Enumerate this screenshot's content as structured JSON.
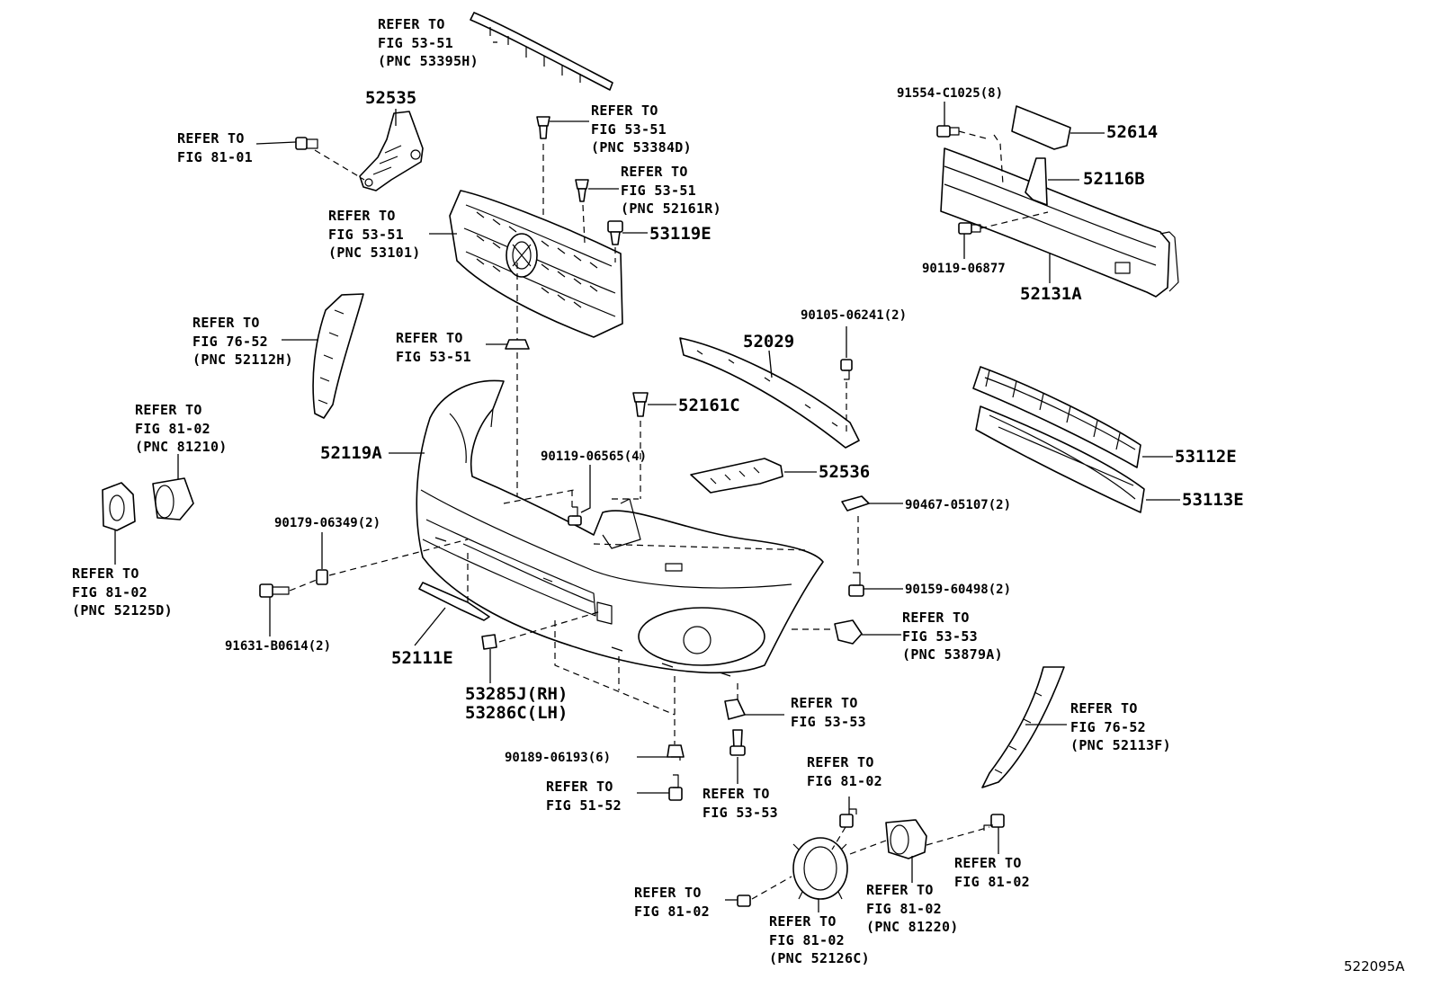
{
  "diagram_id": "522095A",
  "callouts": {
    "ref_53395h": "REFER TO\nFIG 53-51\n(PNC 53395H)",
    "ref_53384d": "REFER TO\nFIG 53-51\n(PNC 53384D)",
    "ref_52161r": "REFER TO\nFIG 53-51\n(PNC 52161R)",
    "ref_53101": "REFER TO\nFIG 53-51\n(PNC 53101)",
    "ref_81_01": "REFER TO\nFIG 81-01",
    "ref_52112h": "REFER TO\nFIG 76-52\n(PNC 52112H)",
    "ref_53_51_clip": "REFER TO\nFIG 53-51",
    "ref_81210": "REFER TO\nFIG 81-02\n(PNC 81210)",
    "ref_52125d": "REFER TO\nFIG 81-02\n(PNC 52125D)",
    "ref_53879a": "REFER TO\nFIG 53-53\n(PNC 53879A)",
    "ref_53_53_a": "REFER TO\nFIG 53-53",
    "ref_53_53_b": "REFER TO\nFIG 53-53",
    "ref_52113f": "REFER TO\nFIG 76-52\n(PNC 52113F)",
    "ref_51_52": "REFER TO\nFIG 51-52",
    "ref_81_02_a": "REFER TO\nFIG 81-02",
    "ref_81_02_b": "REFER TO\nFIG 81-02",
    "ref_81_02_c": "REFER TO\nFIG 81-02",
    "ref_52126c": "REFER TO\nFIG 81-02\n(PNC 52126C)",
    "ref_81220": "REFER TO\nFIG 81-02\n(PNC 81220)"
  },
  "parts": {
    "p52535": "52535",
    "p52614": "52614",
    "p52116b": "52116B",
    "p52131a": "52131A",
    "p53119e": "53119E",
    "p52029": "52029",
    "p52161c": "52161C",
    "p52536": "52536",
    "p52119a": "52119A",
    "p53112e": "53112E",
    "p53113e": "53113E",
    "p52111e": "52111E",
    "p53285j": "53285J(RH)",
    "p53286c": "53286C(LH)"
  },
  "fasteners": {
    "f91554": "91554-C1025(8)",
    "f90119_06877": "90119-06877",
    "f90105": "90105-06241(2)",
    "f90119_06565": "90119-06565(4)",
    "f90179": "90179-06349(2)",
    "f91631": "91631-B0614(2)",
    "f90467": "90467-05107(2)",
    "f90159": "90159-60498(2)",
    "f90189": "90189-06193(6)"
  }
}
